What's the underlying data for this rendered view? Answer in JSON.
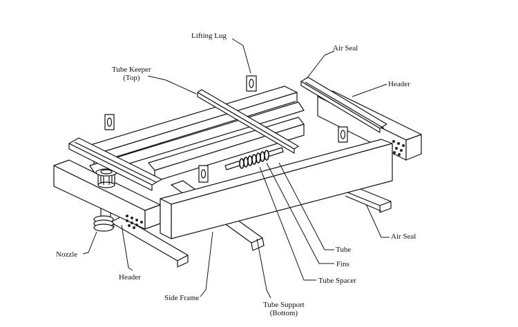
{
  "labels": {
    "lifting_lug": "Lifting Lug",
    "air_seal_top": "Air Seal",
    "header_right": "Header",
    "tube_keeper_line1": "Tube Keeper",
    "tube_keeper_line2": "(Top)",
    "tube": "Tube",
    "fins": "Fins",
    "tube_spacer": "Tube Spacer",
    "air_seal_bottom": "Air Seal",
    "nozzle": "Nozzle",
    "header_left": "Header",
    "side_frame": "Side Frame",
    "tube_support_line1": "Tube Support",
    "tube_support_line2": "(Bottom)"
  },
  "colors": {
    "line": "#111111",
    "fill": "#ffffff",
    "shade": "#d9d9d9",
    "dark": "#2a2a2a"
  }
}
